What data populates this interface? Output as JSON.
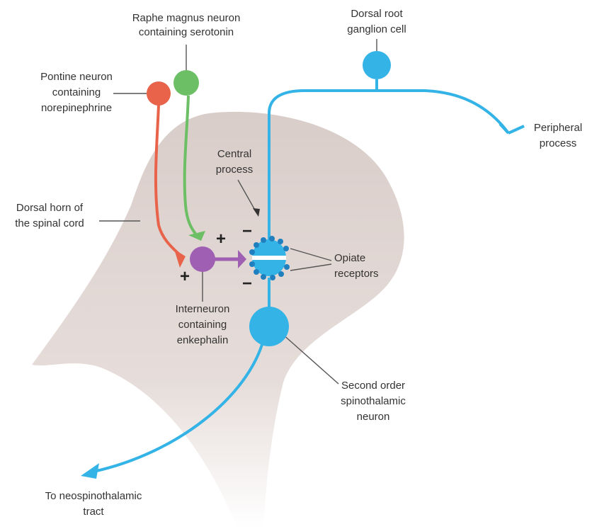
{
  "labels": {
    "raphe_line1": "Raphe magnus neuron",
    "raphe_line2": "containing serotonin",
    "pontine_line1": "Pontine neuron",
    "pontine_line2": "containing",
    "pontine_line3": "norepinephrine",
    "drg_line1": "Dorsal root",
    "drg_line2": "ganglion cell",
    "peripheral_line1": "Peripheral",
    "peripheral_line2": "process",
    "central_line1": "Central",
    "central_line2": "process",
    "dorsal_horn_line1": "Dorsal horn of",
    "dorsal_horn_line2": "the spinal cord",
    "opiate_line1": "Opiate",
    "opiate_line2": "receptors",
    "interneuron_line1": "Interneuron",
    "interneuron_line2": "containing",
    "interneuron_line3": "enkephalin",
    "second_order_line1": "Second order",
    "second_order_line2": "spinothalamic",
    "second_order_line3": "neuron",
    "tract_line1": "To neospinothalamic",
    "tract_line2": "tract"
  },
  "signs": {
    "plus_top": "+",
    "plus_bottom": "+",
    "minus_top": "−",
    "minus_bottom": "−"
  },
  "colors": {
    "spinal_cord_fill": "#d9cdc9",
    "spinal_cord_edge": "#ffffff",
    "pontine_neuron": "#e8634a",
    "raphe_neuron": "#6cbf64",
    "interneuron": "#9f5fb3",
    "sensory_neuron": "#33b3e6",
    "receptor_dots": "#1f7fbf",
    "leader_lines": "#555555"
  }
}
